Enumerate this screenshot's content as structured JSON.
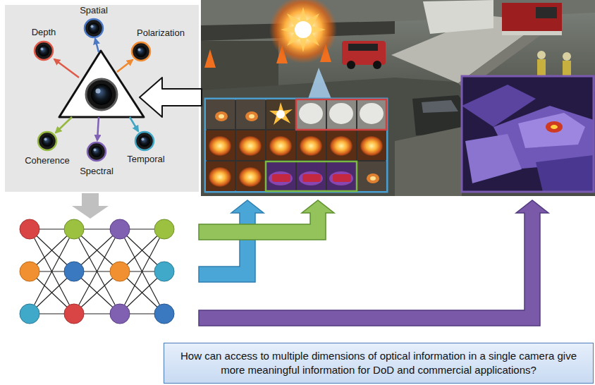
{
  "diagram": {
    "nodes": [
      {
        "text": [
          "How can access to multiple dimensions of optical information in a single camera give more meaningful information for DoD and commercial applications?"
        ]
      }
    ],
    "labels": [
      "Spatial",
      "Depth",
      "Polarization",
      "Temporal",
      "Coherence",
      "Spectral"
    ]
  }
}
